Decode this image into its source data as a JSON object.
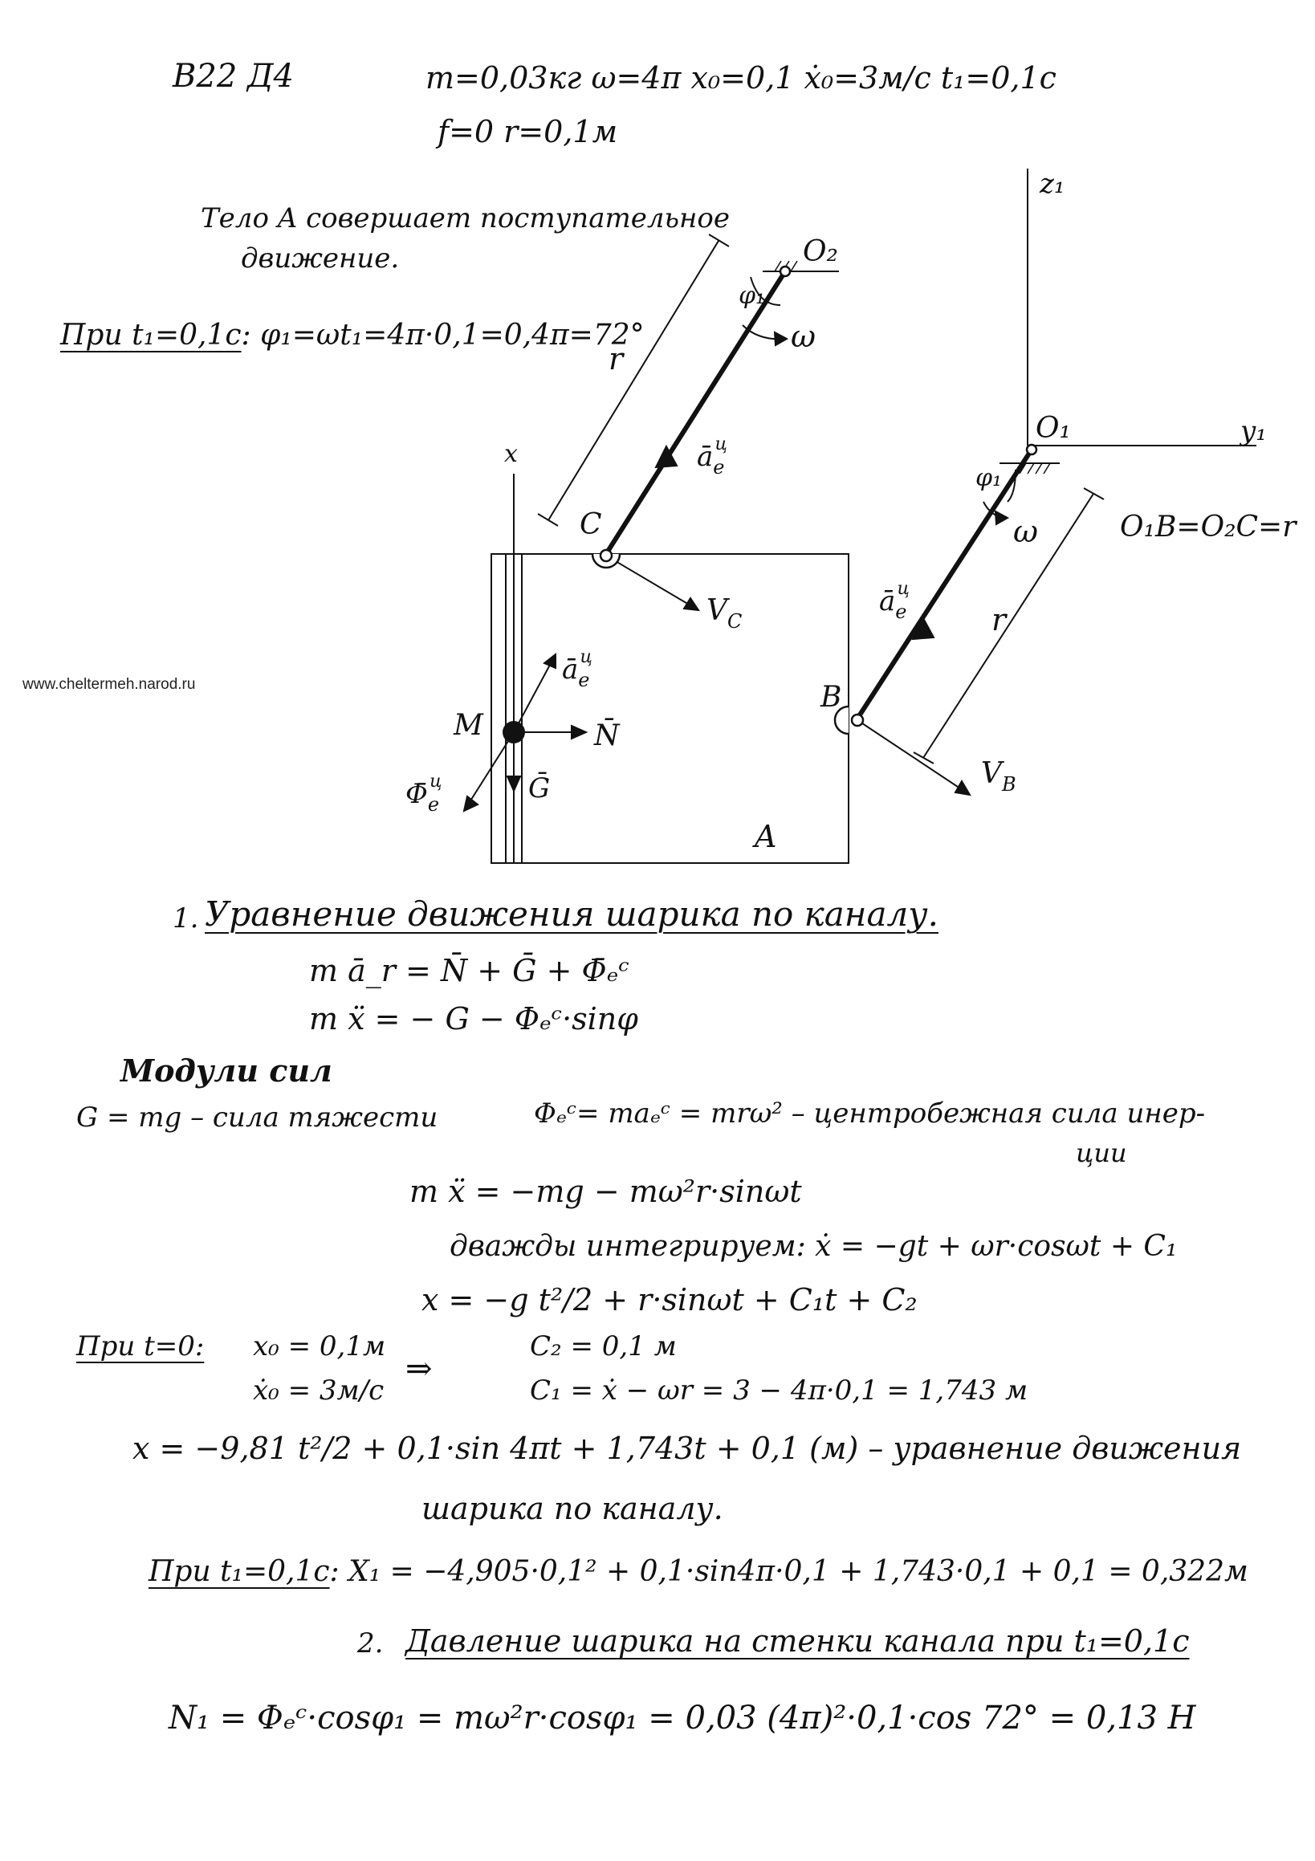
{
  "header": {
    "variant": "В22 Д4",
    "params_line1": "m=0,03кг   ω=4π   x₀=0,1   ẋ₀=3м/с   t₁=0,1с",
    "params_line2": "f=0   r=0,1м"
  },
  "intro": {
    "line1": "Тело A совершает поступательное",
    "line2": "движение.",
    "phi_prefix": "При t₁=0,1с",
    "phi_eq": ":  φ₁=ωt₁=4π·0,1=0,4π=72°"
  },
  "diagram": {
    "axis_z1": "z₁",
    "axis_y1": "y₁",
    "axis_x": "x",
    "point_O1": "O₁",
    "point_O2": "O₂",
    "point_C": "C",
    "point_B": "B",
    "point_M": "M",
    "body_A": "A",
    "omega_top": "ω",
    "omega_bottom": "ω",
    "phi_top": "φ₁",
    "phi_bottom": "φ₁",
    "len_r_top": "r",
    "len_r_bottom": "r",
    "a_e_top": "ā",
    "a_e_bottom": "ā",
    "a_e_M": "ā",
    "sub_e": "e",
    "sup_c": "ц",
    "vel_C": "V",
    "vel_B": "V",
    "sub_C": "C",
    "sub_B": "B",
    "force_N": "N̄",
    "force_G": "Ḡ",
    "force_Phi": "Φ̄",
    "relation": "O₁B=O₂C=r"
  },
  "section1": {
    "heading_num": "1.",
    "heading": "Уравнение движения шарика по каналу.",
    "eq1": "m ā_r = N̄ + Ḡ + Φ̄ₑᶜ",
    "eq2": "m ẍ = − G − Φₑᶜ·sinφ",
    "moduli_heading": "Модули сил",
    "g_def": "G = mg  –  сила тяжести",
    "phi_def": "Φₑᶜ= maₑᶜ = mrω²  –  центробежная сила инер-",
    "phi_def_cont": "ции",
    "eq3": "m ẍ = −mg − mω²r·sinωt",
    "integrate": "дважды интегрируем:  ẋ = −gt + ωr·cosωt + C₁",
    "eq_x": "x = −g t²/2 + r·sinωt + C₁t + C₂",
    "init_prefix": "При t=0:",
    "init_x0": "x₀ = 0,1м",
    "init_xdot0": "ẋ₀ = 3м/с",
    "arrow": "⇒",
    "c2": "C₂ = 0,1 м",
    "c1": "C₁ = ẋ − ωr = 3 − 4π·0,1 = 1,743 м",
    "final_eq": "x = −9,81 t²/2 + 0,1·sin 4πt + 1,743t + 0,1 (м)  –  уравнение движения",
    "final_eq_cont": "шарика по каналу.",
    "at_t1_prefix": "При t₁=0,1с",
    "at_t1": ":  X₁ = −4,905·0,1² + 0,1·sin4π·0,1 + 1,743·0,1 + 0,1 = 0,322м"
  },
  "section2": {
    "heading_num": "2.",
    "heading": "Давление шарика на стенки канала при t₁=0,1с",
    "eq": "N₁ = Φₑᶜ·cosφ₁ = mω²r·cosφ₁ = 0,03 (4π)²·0,1·cos 72° = 0,13 Н"
  },
  "watermark": "www.cheltermeh.narod.ru"
}
